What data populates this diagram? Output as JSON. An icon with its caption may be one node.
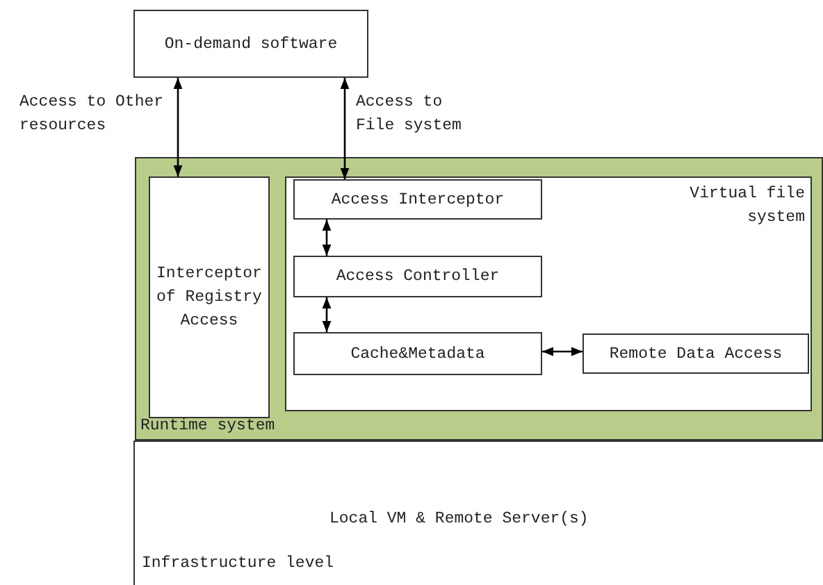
{
  "diagram": {
    "nodes": [
      {
        "text": [
          "On-demand software"
        ]
      },
      {
        "text": [
          "Runtime system"
        ]
      },
      {
        "text": [
          "Interceptor of Registry Access"
        ],
        "in": 1
      },
      {
        "text": [
          "Virtual file system"
        ],
        "in": 1
      },
      {
        "text": [
          "Access Interceptor"
        ],
        "in": 3
      },
      {
        "text": [
          "Access Controller"
        ],
        "in": 3
      },
      {
        "text": [
          "Cache&Metadata"
        ],
        "in": 3
      },
      {
        "text": [
          "Remote Data Access"
        ],
        "in": 3
      },
      {
        "text": [
          "Local VM & Remote Server(s)",
          "Infrastructure level"
        ]
      }
    ],
    "edges": [
      {
        "from": 0,
        "to": 2,
        "arrow": "both",
        "label": "Access to Other resources"
      },
      {
        "from": 0,
        "to": 4,
        "arrow": "both",
        "label": "Access to File system"
      },
      {
        "from": 4,
        "to": 5,
        "arrow": "both"
      },
      {
        "from": 5,
        "to": 6,
        "arrow": "both"
      },
      {
        "from": 6,
        "to": 7,
        "arrow": "both"
      }
    ]
  }
}
